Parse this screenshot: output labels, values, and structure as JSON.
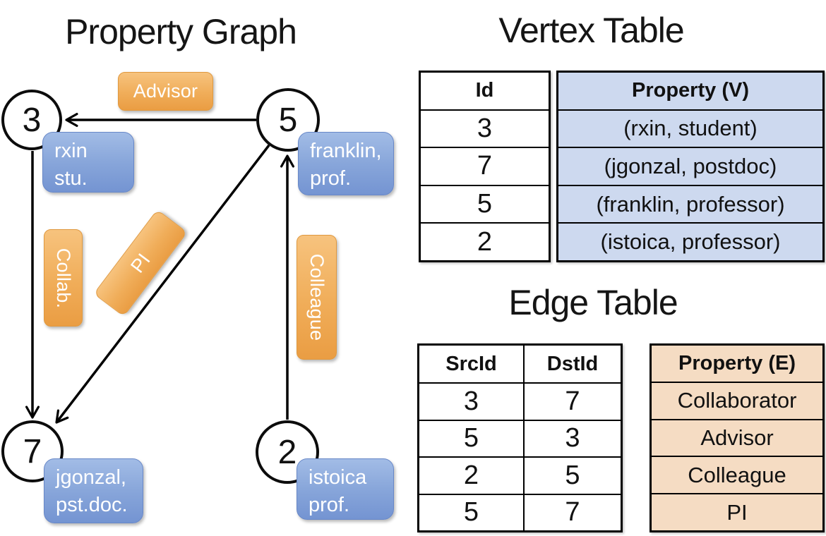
{
  "graph": {
    "title": "Property Graph",
    "nodes": [
      {
        "id": "3",
        "label_lines": [
          "rxin",
          "stu."
        ]
      },
      {
        "id": "5",
        "label_lines": [
          "franklin,",
          "prof."
        ]
      },
      {
        "id": "7",
        "label_lines": [
          "jgonzal,",
          "pst.doc."
        ]
      },
      {
        "id": "2",
        "label_lines": [
          "istoica",
          "prof."
        ]
      }
    ],
    "edges": [
      {
        "label": "Advisor",
        "src": "5",
        "dst": "3"
      },
      {
        "label": "Collab.",
        "src": "3",
        "dst": "7"
      },
      {
        "label": "PI",
        "src": "5",
        "dst": "7"
      },
      {
        "label": "Colleague",
        "src": "2",
        "dst": "5"
      }
    ]
  },
  "vertex_table": {
    "title": "Vertex Table",
    "columns": [
      "Id",
      "Property (V)"
    ],
    "rows": [
      [
        "3",
        "(rxin, student)"
      ],
      [
        "7",
        "(jgonzal, postdoc)"
      ],
      [
        "5",
        "(franklin, professor)"
      ],
      [
        "2",
        "(istoica, professor)"
      ]
    ]
  },
  "edge_table": {
    "title": "Edge Table",
    "columns": [
      "SrcId",
      "DstId",
      "Property (E)"
    ],
    "rows": [
      [
        "3",
        "7",
        "Collaborator"
      ],
      [
        "5",
        "3",
        "Advisor"
      ],
      [
        "2",
        "5",
        "Colleague"
      ],
      [
        "5",
        "7",
        "PI"
      ]
    ]
  },
  "colors": {
    "edge_label_fill_top": "#f7c37e",
    "edge_label_fill_bottom": "#ea9d43",
    "node_label_fill_top": "#a2bce6",
    "node_label_fill_bottom": "#7494d2",
    "vertex_property_cell": "#cdd9ef",
    "edge_property_cell": "#f5dcc3",
    "line_color": "#000000",
    "label_text": "#ffffff"
  }
}
